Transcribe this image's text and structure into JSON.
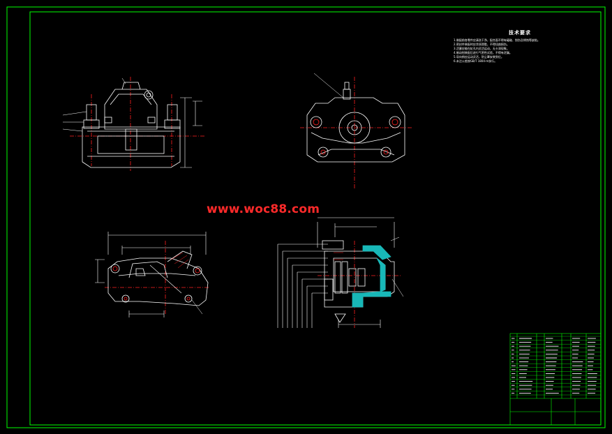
{
  "drawing": {
    "watermark": "www.woc88.com",
    "tech_notes": {
      "title": "技术要求",
      "lines": [
        "1.装配前各零件应清洗干净，配合面不得有磕碰、划伤及锈蚀等缺陷。",
        "2.密封件装配时应涂润滑脂，不得扭曲损伤。",
        "3.活塞应能在缸孔内灵活运动，无卡滞现象。",
        "4.制动钳装配后进行气密性试验，不得有泄漏。",
        "5.导向销应运动灵活，防尘罩安装到位。",
        "6.未注公差按GB/T 1804-m执行。"
      ]
    },
    "colors": {
      "background": "#000000",
      "frame": "#00ff00",
      "outline": "#ffffff",
      "centerline": "#ff2020",
      "dimension": "#ffffff",
      "section_fill": "#18b8b8",
      "watermark": "#ff2a2a"
    }
  }
}
